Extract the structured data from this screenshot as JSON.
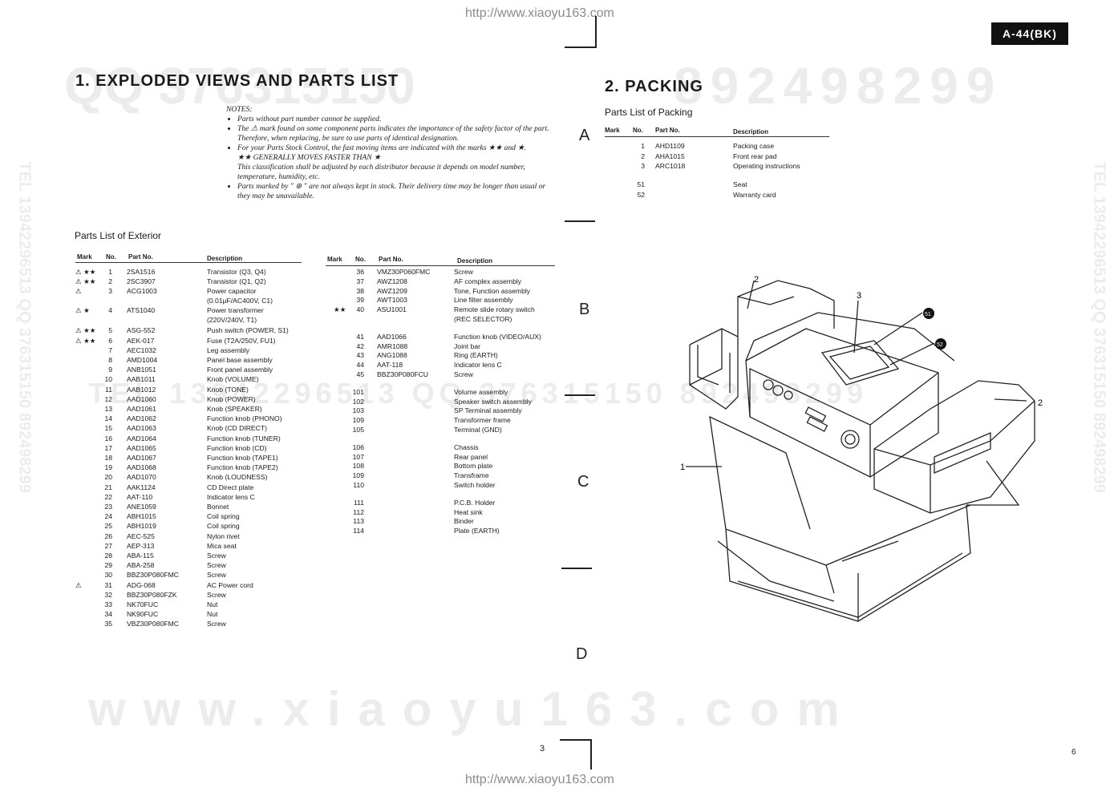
{
  "header": {
    "url_top": "http://www.xiaoyu163.com",
    "url_bottom": "http://www.xiaoyu163.com",
    "model_badge": "A-44(BK)"
  },
  "watermarks": {
    "row1_left": "QQ 376315150",
    "row1_right": "892498299",
    "row2": "TEL 13942296513 QQ 376315150 892498299",
    "big": "www.xiaoyu163.com",
    "side_left": "TEL 13942296513 QQ 376315150 892498299",
    "side_right": "TEL 13942296513 QQ 376315150 892498299"
  },
  "section1": {
    "title": "1. EXPLODED VIEWS AND PARTS LIST",
    "notes_heading": "NOTES:",
    "notes": [
      "Parts without part number cannot be supplied.",
      "The ⚠ mark found on some component parts indicates the importance of the safety factor of the part. Therefore, when replacing, be sure to use parts of identical designation.",
      "For your Parts Stock Control, the fast moving items are indicated with the marks ★★ and ★.",
      "★★ GENERALLY MOVES FASTER THAN ★",
      "This classification shall be adjusted by each distributor because it depends on model number, temperature, humidity, etc.",
      "Parts marked by \" ⊛ \" are not always kept in stock. Their delivery time may be longer than usual or they may be unavailable."
    ],
    "parts_title": "Parts List of Exterior",
    "columns": {
      "mark": "Mark",
      "no": "No.",
      "part": "Part No.",
      "desc": "Description"
    },
    "left_rows": [
      {
        "mark": "⚠ ★★",
        "no": "1",
        "part": "2SA1516",
        "desc": "Transistor (Q3, Q4)"
      },
      {
        "mark": "⚠ ★★",
        "no": "2",
        "part": "2SC3907",
        "desc": "Transistor (Q1, Q2)"
      },
      {
        "mark": "⚠",
        "no": "3",
        "part": "ACG1003",
        "desc": "Power capacitor"
      },
      {
        "mark": "",
        "no": "",
        "part": "",
        "desc": "(0.01μF/AC400V, C1)"
      },
      {
        "mark": "⚠ ★",
        "no": "4",
        "part": "ATS1040",
        "desc": "Power transformer"
      },
      {
        "mark": "",
        "no": "",
        "part": "",
        "desc": "(220V/240V, T1)"
      },
      {
        "mark": "⚠ ★★",
        "no": "5",
        "part": "ASG-552",
        "desc": "Push switch (POWER, S1)"
      },
      {
        "mark": "⚠ ★★",
        "no": "6",
        "part": "AEK-017",
        "desc": "Fuse (T2A/250V, FU1)"
      },
      {
        "mark": "",
        "no": "7",
        "part": "AEC1032",
        "desc": "Leg assembly"
      },
      {
        "mark": "",
        "no": "8",
        "part": "AMD1004",
        "desc": "Panel base assembly"
      },
      {
        "mark": "",
        "no": "9",
        "part": "ANB1051",
        "desc": "Front panel assembly"
      },
      {
        "mark": "",
        "no": "10",
        "part": "AAB1011",
        "desc": "Knob (VOLUME)"
      },
      {
        "mark": "",
        "no": "11",
        "part": "AAB1012",
        "desc": "Knob (TONE)"
      },
      {
        "mark": "",
        "no": "12",
        "part": "AAD1060",
        "desc": "Knob (POWER)"
      },
      {
        "mark": "",
        "no": "13",
        "part": "AAD1061",
        "desc": "Knob (SPEAKER)"
      },
      {
        "mark": "",
        "no": "14",
        "part": "AAD1062",
        "desc": "Function knob (PHONO)"
      },
      {
        "mark": "",
        "no": "15",
        "part": "AAD1063",
        "desc": "Knob (CD DIRECT)"
      },
      {
        "mark": "",
        "no": "16",
        "part": "AAD1064",
        "desc": "Function knob (TUNER)"
      },
      {
        "mark": "",
        "no": "17",
        "part": "AAD1065",
        "desc": "Function knob (CD)"
      },
      {
        "mark": "",
        "no": "18",
        "part": "AAD1067",
        "desc": "Function knob (TAPE1)"
      },
      {
        "mark": "",
        "no": "19",
        "part": "AAD1068",
        "desc": "Function knob (TAPE2)"
      },
      {
        "mark": "",
        "no": "20",
        "part": "AAD1070",
        "desc": "Knob (LOUDNESS)"
      },
      {
        "mark": "",
        "no": "21",
        "part": "AAK1124",
        "desc": "CD Direct plate"
      },
      {
        "mark": "",
        "no": "22",
        "part": "AAT-110",
        "desc": "Indicator lens C"
      },
      {
        "mark": "",
        "no": "23",
        "part": "ANE1059",
        "desc": "Bonnet"
      },
      {
        "mark": "",
        "no": "24",
        "part": "ABH1015",
        "desc": "Coil spring"
      },
      {
        "mark": "",
        "no": "25",
        "part": "ABH1019",
        "desc": "Coil spring"
      },
      {
        "mark": "",
        "no": "26",
        "part": "AEC-525",
        "desc": "Nylon rivet"
      },
      {
        "mark": "",
        "no": "27",
        "part": "AEP-313",
        "desc": "Mica seat"
      },
      {
        "mark": "",
        "no": "28",
        "part": "ABA-115",
        "desc": "Screw"
      },
      {
        "mark": "",
        "no": "29",
        "part": "ABA-258",
        "desc": "Screw"
      },
      {
        "mark": "",
        "no": "30",
        "part": "BBZ30P080FMC",
        "desc": "Screw"
      },
      {
        "mark": "⚠",
        "no": "31",
        "part": "ADG-068",
        "desc": "AC Power cord"
      },
      {
        "mark": "",
        "no": "32",
        "part": "BBZ30P080FZK",
        "desc": "Screw"
      },
      {
        "mark": "",
        "no": "33",
        "part": "NK70FUC",
        "desc": "Nut"
      },
      {
        "mark": "",
        "no": "34",
        "part": "NK90FUC",
        "desc": "Nut"
      },
      {
        "mark": "",
        "no": "35",
        "part": "VBZ30P080FMC",
        "desc": "Screw"
      }
    ],
    "right_rows": [
      {
        "mark": "",
        "no": "36",
        "part": "VMZ30P060FMC",
        "desc": "Screw"
      },
      {
        "mark": "",
        "no": "37",
        "part": "AWZ1208",
        "desc": "AF complex assembly"
      },
      {
        "mark": "",
        "no": "38",
        "part": "AWZ1209",
        "desc": "Tone, Function assembly"
      },
      {
        "mark": "",
        "no": "39",
        "part": "AWT1003",
        "desc": "Line filter assembly"
      },
      {
        "mark": "★★",
        "no": "40",
        "part": "ASU1001",
        "desc": "Remote slide rotary switch"
      },
      {
        "mark": "",
        "no": "",
        "part": "",
        "desc": "(REC SELECTOR)"
      },
      {
        "mark": "",
        "no": "41",
        "part": "AAD1066",
        "desc": "Function knob (VIDEO/AUX)"
      },
      {
        "mark": "",
        "no": "42",
        "part": "AMR1088",
        "desc": "Joint bar"
      },
      {
        "mark": "",
        "no": "43",
        "part": "ANG1088",
        "desc": "Ring (EARTH)"
      },
      {
        "mark": "",
        "no": "44",
        "part": "AAT-118",
        "desc": "Indicator lens C"
      },
      {
        "mark": "",
        "no": "45",
        "part": "BBZ30P080FCU",
        "desc": "Screw"
      },
      {
        "mark": "",
        "no": "101",
        "part": "",
        "desc": "Volume assembly"
      },
      {
        "mark": "",
        "no": "102",
        "part": "",
        "desc": "Speaker switch assembly"
      },
      {
        "mark": "",
        "no": "103",
        "part": "",
        "desc": "SP Terminal assembly"
      },
      {
        "mark": "",
        "no": "109",
        "part": "",
        "desc": "Transformer frame"
      },
      {
        "mark": "",
        "no": "105",
        "part": "",
        "desc": "Terminal (GND)"
      },
      {
        "mark": "",
        "no": "106",
        "part": "",
        "desc": "Chassis"
      },
      {
        "mark": "",
        "no": "107",
        "part": "",
        "desc": "Rear panel"
      },
      {
        "mark": "",
        "no": "108",
        "part": "",
        "desc": "Bottom plate"
      },
      {
        "mark": "",
        "no": "109",
        "part": "",
        "desc": "Transframe"
      },
      {
        "mark": "",
        "no": "110",
        "part": "",
        "desc": "Switch holder"
      },
      {
        "mark": "",
        "no": "111",
        "part": "",
        "desc": "P.C.B. Holder"
      },
      {
        "mark": "",
        "no": "112",
        "part": "",
        "desc": "Heat sink"
      },
      {
        "mark": "",
        "no": "113",
        "part": "",
        "desc": "Binder"
      },
      {
        "mark": "",
        "no": "114",
        "part": "",
        "desc": "Plate (EARTH)"
      }
    ]
  },
  "section2": {
    "title": "2. PACKING",
    "parts_title": "Parts List of Packing",
    "columns": {
      "mark": "Mark",
      "no": "No.",
      "part": "Part No.",
      "desc": "Description"
    },
    "rows": [
      {
        "no": "1",
        "part": "AHD1109",
        "desc": "Packing case"
      },
      {
        "no": "2",
        "part": "AHA1015",
        "desc": "Front rear pad"
      },
      {
        "no": "3",
        "part": "ARC1018",
        "desc": "Operating instructions"
      },
      {
        "no": "51",
        "part": "",
        "desc": "Seat"
      },
      {
        "no": "52",
        "part": "",
        "desc": "Warranty card"
      }
    ],
    "callouts": {
      "c1": "1",
      "c2a": "2",
      "c2b": "2",
      "c3": "3",
      "c51": "51",
      "c52": "52"
    }
  },
  "grid_letters": [
    "A",
    "B",
    "C",
    "D"
  ],
  "page_numbers": {
    "left": "3",
    "right": "6"
  }
}
